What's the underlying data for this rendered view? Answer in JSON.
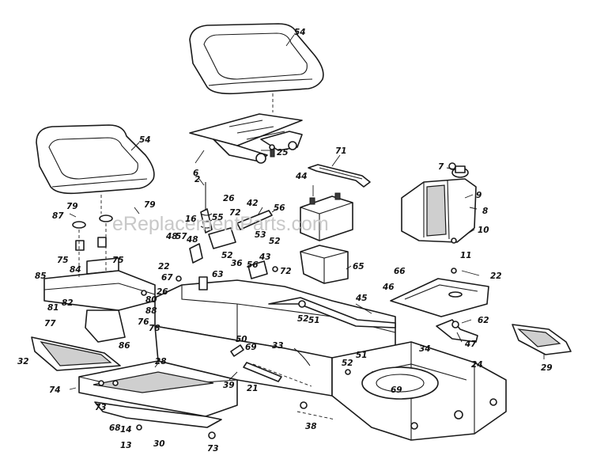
{
  "watermark": "eReplacementParts.com",
  "labels": {
    "l54a": "54",
    "l54b": "54",
    "l6": "6",
    "l25": "25",
    "l71": "71",
    "l44": "44",
    "l7": "7",
    "l9": "9",
    "l8": "8",
    "l10": "10",
    "l11": "11",
    "l2": "2",
    "l16": "16",
    "l55": "55",
    "l26a": "26",
    "l72a": "72",
    "l42": "42",
    "l56a": "56",
    "l53": "53",
    "l52a": "52",
    "l43": "43",
    "l56b": "56",
    "l72b": "72",
    "l36": "36",
    "l52b": "52",
    "l48a": "48",
    "l57": "57",
    "l48b": "48",
    "l22a": "22",
    "l67": "67",
    "l63": "63",
    "l26b": "26",
    "l65": "65",
    "l66": "66",
    "l46": "46",
    "l22b": "22",
    "l87": "87",
    "l79a": "79",
    "l79b": "79",
    "l75a": "75",
    "l75b": "75",
    "l84": "84",
    "l85": "85",
    "l81": "81",
    "l82": "82",
    "l80": "80",
    "l88": "88",
    "l77": "77",
    "l76": "76",
    "l78": "78",
    "l86": "86",
    "l45": "45",
    "l52c": "52",
    "l51a": "51",
    "l62": "62",
    "l47": "47",
    "l50": "50",
    "l33": "33",
    "l69a": "69",
    "l29": "29",
    "l32": "32",
    "l28": "28",
    "l39": "39",
    "l21": "21",
    "l34": "34",
    "l24": "24",
    "l52d": "52",
    "l51b": "51",
    "l69b": "69",
    "l74": "74",
    "l73a": "73",
    "l68": "68",
    "l14": "14",
    "l13": "13",
    "l30": "30",
    "l73b": "73",
    "l38": "38"
  }
}
